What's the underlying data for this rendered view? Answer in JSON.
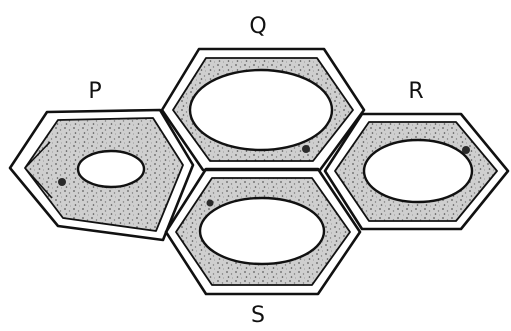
{
  "labels": {
    "P": "P",
    "Q": "Q",
    "R": "R",
    "S": "S"
  },
  "colors": {
    "ink": "#111111",
    "cytoplasm": "#c9c9c9",
    "speckle": "#6b6b6b",
    "background": "#ffffff"
  }
}
